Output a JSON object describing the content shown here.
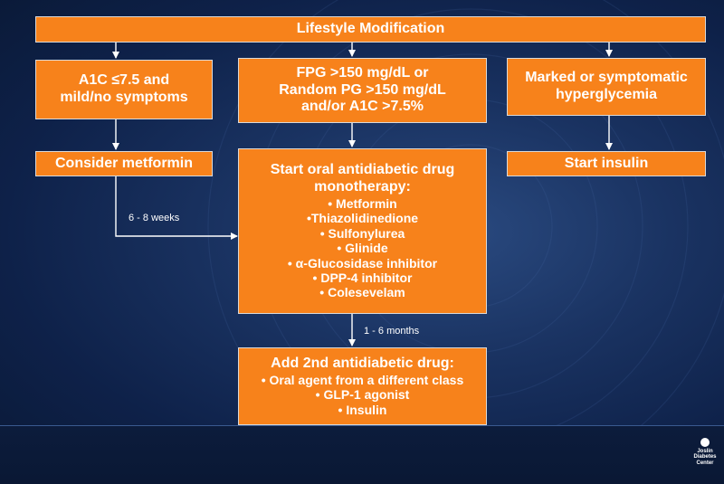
{
  "top": {
    "title": "Lifestyle Modification"
  },
  "col_left": {
    "criteria_lines": [
      "A1C ≤7.5 and",
      "mild/no symptoms"
    ],
    "action": "Consider metformin"
  },
  "col_middle": {
    "criteria_lines": [
      "FPG >150 mg/dL or",
      "Random PG >150 mg/dL",
      "and/or A1C >7.5%"
    ],
    "mono": {
      "heading_lines": [
        "Start oral antidiabetic drug",
        "monotherapy:"
      ],
      "items": [
        "• Metformin",
        "•Thiazolidinedione",
        "• Sulfonylurea",
        "• Glinide",
        "• α-Glucosidase inhibitor",
        "• DPP-4 inhibitor",
        "• Colesevelam"
      ]
    },
    "second": {
      "heading": "Add 2nd antidiabetic drug:",
      "items": [
        "• Oral agent from a different class",
        "• GLP-1 agonist",
        "• Insulin"
      ]
    }
  },
  "col_right": {
    "criteria_lines": [
      "Marked or symptomatic",
      "hyperglycemia"
    ],
    "action": "Start insulin"
  },
  "labels": {
    "weeks": "6 - 8 weeks",
    "months": "1 - 6 months"
  },
  "logo": {
    "lines": [
      "Joslin",
      "Diabetes",
      "Center"
    ]
  }
}
